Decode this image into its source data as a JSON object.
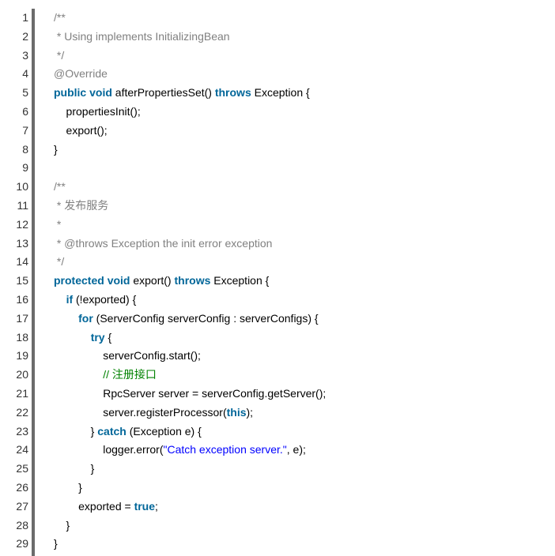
{
  "lines": [
    [
      {
        "t": "/**",
        "c": "comment"
      }
    ],
    [
      {
        "t": " * Using implements InitializingBean",
        "c": "comment"
      }
    ],
    [
      {
        "t": " */",
        "c": "comment"
      }
    ],
    [
      {
        "t": "@Override",
        "c": "annotation"
      }
    ],
    [
      {
        "t": "public",
        "c": "keyword"
      },
      {
        "t": " ",
        "c": "plain"
      },
      {
        "t": "void",
        "c": "keyword"
      },
      {
        "t": " afterPropertiesSet() ",
        "c": "plain"
      },
      {
        "t": "throws",
        "c": "keyword"
      },
      {
        "t": " Exception {",
        "c": "plain"
      }
    ],
    [
      {
        "t": "    propertiesInit();",
        "c": "plain"
      }
    ],
    [
      {
        "t": "    export();",
        "c": "plain"
      }
    ],
    [
      {
        "t": "}",
        "c": "plain"
      }
    ],
    [],
    [
      {
        "t": "/**",
        "c": "comment"
      }
    ],
    [
      {
        "t": " * 发布服务",
        "c": "comment"
      }
    ],
    [
      {
        "t": " *",
        "c": "comment"
      }
    ],
    [
      {
        "t": " * @throws Exception the init error exception",
        "c": "comment"
      }
    ],
    [
      {
        "t": " */",
        "c": "comment"
      }
    ],
    [
      {
        "t": "protected",
        "c": "keyword"
      },
      {
        "t": " ",
        "c": "plain"
      },
      {
        "t": "void",
        "c": "keyword"
      },
      {
        "t": " export() ",
        "c": "plain"
      },
      {
        "t": "throws",
        "c": "keyword"
      },
      {
        "t": " Exception {",
        "c": "plain"
      }
    ],
    [
      {
        "t": "    ",
        "c": "plain"
      },
      {
        "t": "if",
        "c": "keyword"
      },
      {
        "t": " (!exported) {",
        "c": "plain"
      }
    ],
    [
      {
        "t": "        ",
        "c": "plain"
      },
      {
        "t": "for",
        "c": "keyword"
      },
      {
        "t": " (ServerConfig serverConfig : serverConfigs) {",
        "c": "plain"
      }
    ],
    [
      {
        "t": "            ",
        "c": "plain"
      },
      {
        "t": "try",
        "c": "keyword"
      },
      {
        "t": " {",
        "c": "plain"
      }
    ],
    [
      {
        "t": "                serverConfig.start();",
        "c": "plain"
      }
    ],
    [
      {
        "t": "                ",
        "c": "plain"
      },
      {
        "t": "// 注册接口",
        "c": "green"
      }
    ],
    [
      {
        "t": "                RpcServer server = serverConfig.getServer();",
        "c": "plain"
      }
    ],
    [
      {
        "t": "                server.registerProcessor(",
        "c": "plain"
      },
      {
        "t": "this",
        "c": "keyword"
      },
      {
        "t": ");",
        "c": "plain"
      }
    ],
    [
      {
        "t": "            } ",
        "c": "plain"
      },
      {
        "t": "catch",
        "c": "keyword"
      },
      {
        "t": " (Exception e) {",
        "c": "plain"
      }
    ],
    [
      {
        "t": "                logger.error(",
        "c": "plain"
      },
      {
        "t": "\"Catch exception server.\"",
        "c": "string"
      },
      {
        "t": ", e);",
        "c": "plain"
      }
    ],
    [
      {
        "t": "            }",
        "c": "plain"
      }
    ],
    [
      {
        "t": "        }",
        "c": "plain"
      }
    ],
    [
      {
        "t": "        exported = ",
        "c": "plain"
      },
      {
        "t": "true",
        "c": "keyword"
      },
      {
        "t": ";",
        "c": "plain"
      }
    ],
    [
      {
        "t": "    }",
        "c": "plain"
      }
    ],
    [
      {
        "t": "}",
        "c": "plain"
      }
    ]
  ],
  "line_numbers": [
    "1",
    "2",
    "3",
    "4",
    "5",
    "6",
    "7",
    "8",
    "9",
    "10",
    "11",
    "12",
    "13",
    "14",
    "15",
    "16",
    "17",
    "18",
    "19",
    "20",
    "21",
    "22",
    "23",
    "24",
    "25",
    "26",
    "27",
    "28",
    "29"
  ],
  "colors": {
    "keyword": "#006699",
    "comment": "#808080",
    "string": "#0000ff",
    "comment_green": "#008200",
    "gutter_border": "#6b6b6b"
  }
}
